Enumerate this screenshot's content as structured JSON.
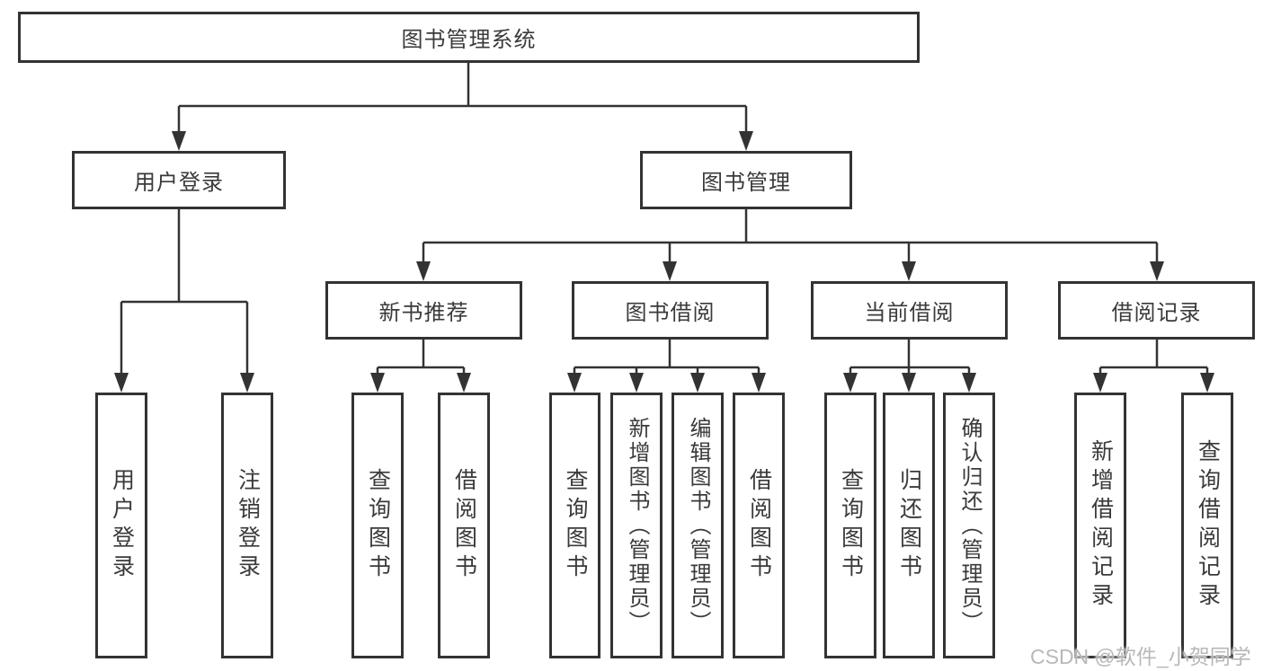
{
  "diagram": {
    "root": {
      "label": "图书管理系统",
      "children": [
        {
          "label": "用户登录",
          "children": [
            {
              "label": "用户登录"
            },
            {
              "label": "注销登录"
            }
          ]
        },
        {
          "label": "图书管理",
          "children": [
            {
              "label": "新书推荐",
              "children": [
                {
                  "label": "查询图书"
                },
                {
                  "label": "借阅图书"
                }
              ]
            },
            {
              "label": "图书借阅",
              "children": [
                {
                  "label": "查询图书"
                },
                {
                  "label": "新增图书（管理员）"
                },
                {
                  "label": "编辑图书（管理员）"
                },
                {
                  "label": "借阅图书"
                }
              ]
            },
            {
              "label": "当前借阅",
              "children": [
                {
                  "label": "查询图书"
                },
                {
                  "label": "归还图书"
                },
                {
                  "label": "确认归还（管理员）"
                }
              ]
            },
            {
              "label": "借阅记录",
              "children": [
                {
                  "label": "新增借阅记录"
                },
                {
                  "label": "查询借阅记录"
                }
              ]
            }
          ]
        }
      ]
    },
    "colors": {
      "box_border": "#333333",
      "text": "#3a3a3a",
      "connector": "#333333",
      "watermark_text": "#b8b8b8",
      "background": "#ffffff"
    }
  },
  "watermark": {
    "text": "CSDN @软件_小贺同学"
  }
}
